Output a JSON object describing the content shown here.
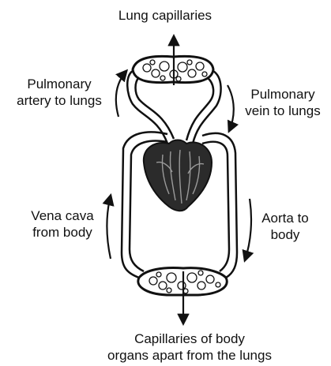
{
  "diagram": {
    "labels": {
      "lung_capillaries": "Lung capillaries",
      "pulmonary_artery": [
        "Pulmonary",
        "artery to lungs"
      ],
      "pulmonary_vein": [
        "Pulmonary",
        "vein to lungs"
      ],
      "vena_cava": [
        "Vena cava",
        "from body"
      ],
      "aorta": [
        "Aorta to",
        "body"
      ],
      "body_capillaries": [
        "Capillaries of body",
        "organs apart from the lungs"
      ]
    },
    "colors": {
      "stroke": "#111111",
      "heart_fill": "#2b2b2b",
      "background": "#ffffff"
    }
  }
}
